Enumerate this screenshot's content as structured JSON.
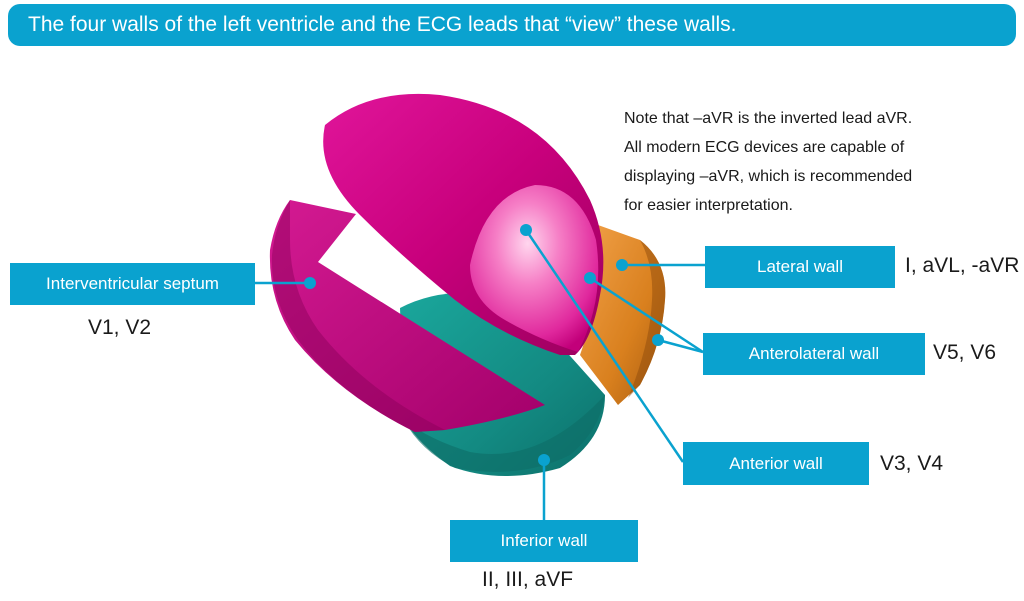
{
  "title": "The four walls of the left ventricle and the ECG leads that “view” these walls.",
  "note": [
    "Note that –aVR is the inverted lead aVR.",
    "All modern ECG devices are capable of",
    "displaying –aVR, which is recommended",
    "for easier interpretation."
  ],
  "walls": {
    "septum": {
      "label": "Interventricular septum",
      "leads": "V1, V2"
    },
    "lateral": {
      "label": "Lateral wall",
      "leads": "I, aVL, -aVR"
    },
    "anterolateral": {
      "label": "Anterolateral wall",
      "leads": "V5, V6"
    },
    "anterior": {
      "label": "Anterior wall",
      "leads": "V3, V4"
    },
    "inferior": {
      "label": "Inferior wall",
      "leads": "II, III, aVF"
    }
  },
  "colors": {
    "accent": "#0aa2cf",
    "magenta": "#c4007a",
    "teal": "#128a83",
    "orange": "#d8801c"
  }
}
